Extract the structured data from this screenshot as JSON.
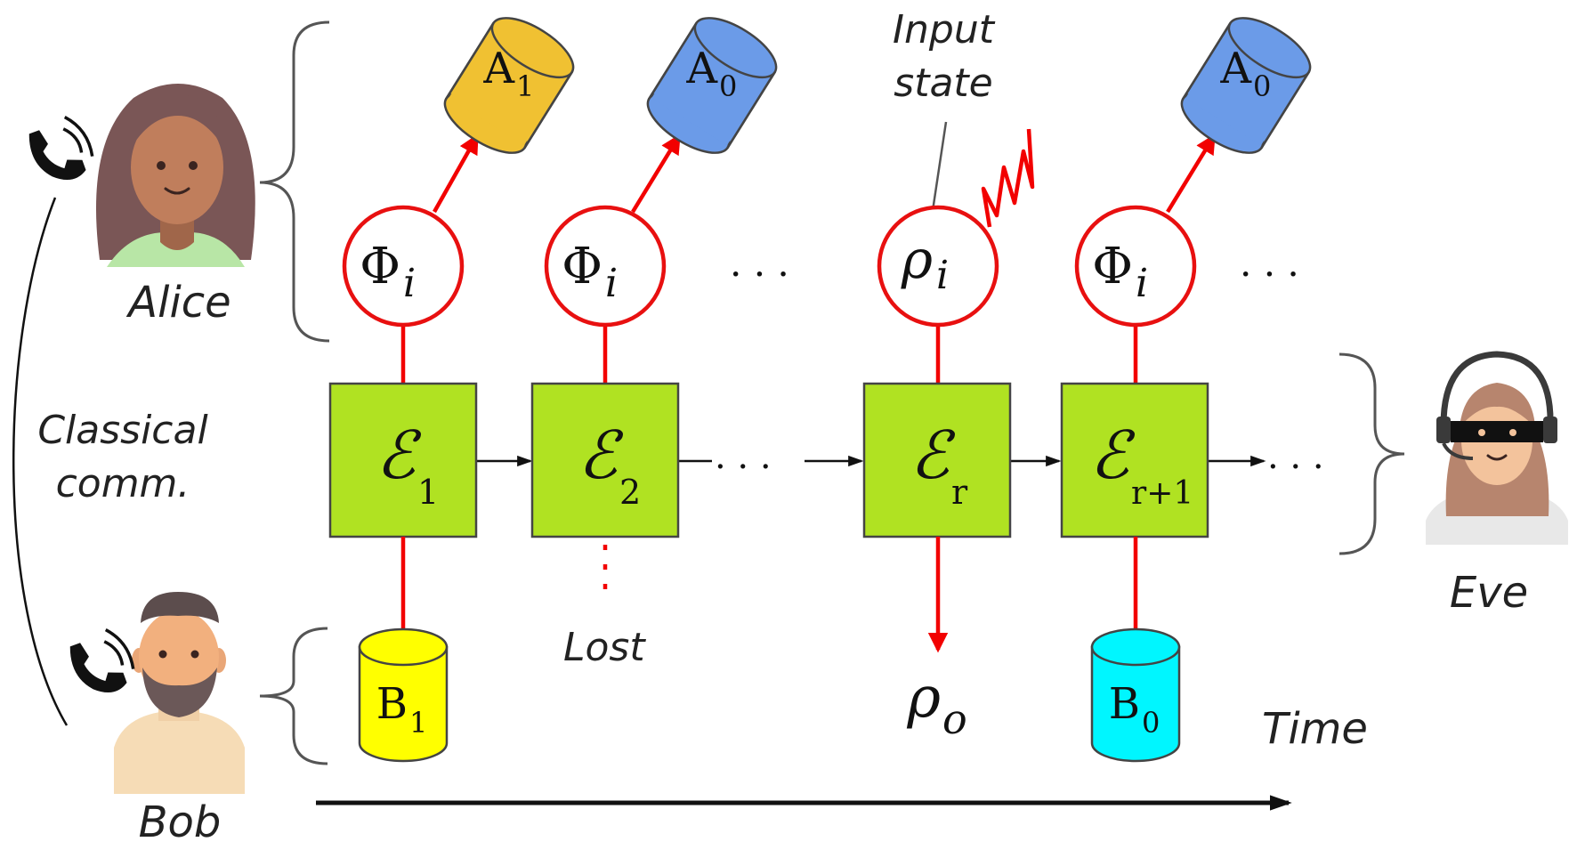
{
  "labels": {
    "alice": "Alice",
    "bob": "Bob",
    "eve": "Eve",
    "classical_line1": "Classical",
    "classical_line2": "comm.",
    "input_state_line1": "Input",
    "input_state_line2": "state",
    "lost": "Lost",
    "time": "Time",
    "ellipsis": ". . ."
  },
  "colors": {
    "arrow_red": "#f20000",
    "circle_red": "#e81010",
    "box_green": "#b0e222",
    "alice_store_1": "#f0c132",
    "alice_store_0": "#6b9be8",
    "bob_store_1": "#ffff00",
    "bob_store_0": "#00f6ff"
  },
  "alice_measurements": [
    {
      "symbol": "Φ",
      "sub": "i"
    },
    {
      "symbol": "Φ",
      "sub": "i"
    },
    {
      "symbol": "ρ",
      "sub": "i"
    },
    {
      "symbol": "Φ",
      "sub": "i"
    }
  ],
  "alice_stores": [
    {
      "letter": "A",
      "sub": "1"
    },
    {
      "letter": "A",
      "sub": "0"
    },
    {
      "letter": "A",
      "sub": "0"
    }
  ],
  "channels": [
    {
      "letter": "ℰ",
      "sub": "1"
    },
    {
      "letter": "ℰ",
      "sub": "2"
    },
    {
      "letter": "ℰ",
      "sub": "r"
    },
    {
      "letter": "ℰ",
      "sub": "r+1"
    }
  ],
  "bob_stores": [
    {
      "letter": "B",
      "sub": "1"
    },
    {
      "letter": "B",
      "sub": "0"
    }
  ],
  "output_state": {
    "symbol": "ρ",
    "sub": "o"
  },
  "icons": [
    "alice-avatar-icon",
    "bob-avatar-icon",
    "eve-avatar-icon",
    "phone-icon"
  ]
}
